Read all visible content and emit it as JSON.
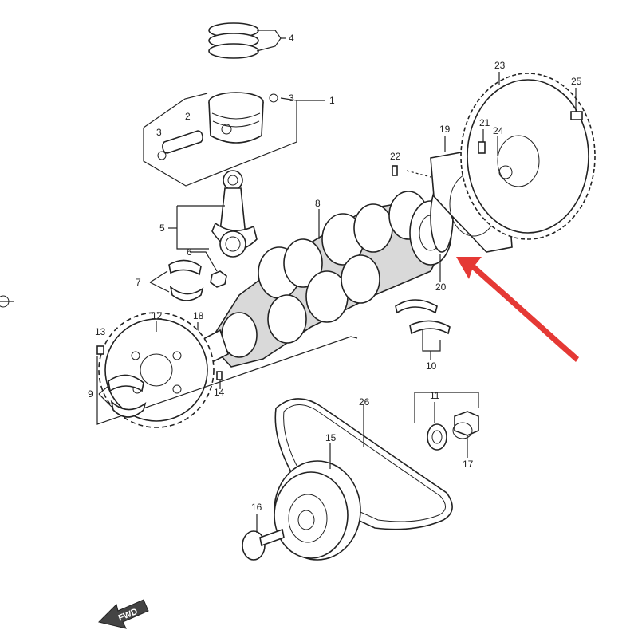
{
  "labels": {
    "l1": "1",
    "l2": "2",
    "l3a": "3",
    "l3b": "3",
    "l4": "4",
    "l5": "5",
    "l6": "6",
    "l7": "7",
    "l8": "8",
    "l9": "9",
    "l10": "10",
    "l11": "11",
    "l12": "12",
    "l13": "13",
    "l14": "14",
    "l15": "15",
    "l16": "16",
    "l17": "17",
    "l18": "18",
    "l19": "19",
    "l20": "20",
    "l21": "21",
    "l22": "22",
    "l23": "23",
    "l24": "24",
    "l25": "25",
    "l26": "26"
  },
  "fwd_label": "FWD",
  "colors": {
    "line": "#222222",
    "arrow": "#e53935",
    "part_fill": "#d9d9d9",
    "background": "#ffffff"
  }
}
